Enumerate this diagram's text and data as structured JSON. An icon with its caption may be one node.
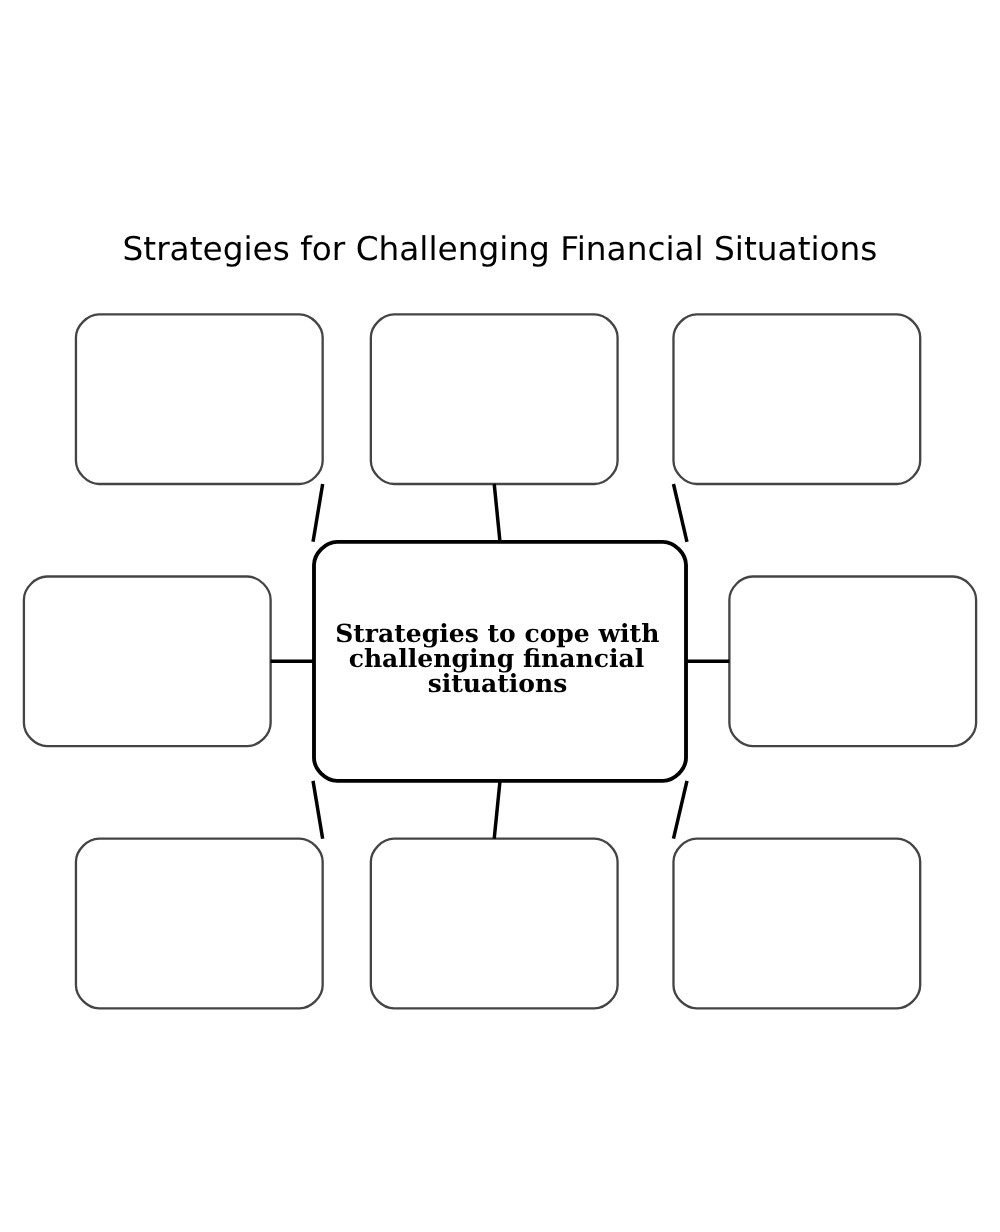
{
  "diagram": {
    "title": "Strategies for Challenging Financial Situations",
    "nodes": [
      {
        "text": [
          "Strategies to cope with challenging financial situations"
        ]
      },
      {
        "text": [],
        "shape": "box"
      },
      {
        "text": [],
        "shape": "box"
      },
      {
        "text": [],
        "shape": "box"
      },
      {
        "text": [],
        "shape": "box"
      },
      {
        "text": [],
        "shape": "box"
      },
      {
        "text": [],
        "shape": "box"
      },
      {
        "text": [],
        "shape": "box"
      },
      {
        "text": [],
        "shape": "box"
      }
    ],
    "edges": [
      {
        "from": 0,
        "to": 1,
        "arrow": "none"
      },
      {
        "from": 0,
        "to": 2,
        "arrow": "none"
      },
      {
        "from": 0,
        "to": 3,
        "arrow": "none"
      },
      {
        "from": 0,
        "to": 4,
        "arrow": "none"
      },
      {
        "from": 0,
        "to": 5,
        "arrow": "none"
      },
      {
        "from": 0,
        "to": 6,
        "arrow": "none"
      },
      {
        "from": 0,
        "to": 7,
        "arrow": "none"
      },
      {
        "from": 0,
        "to": 8,
        "arrow": "none"
      }
    ]
  }
}
